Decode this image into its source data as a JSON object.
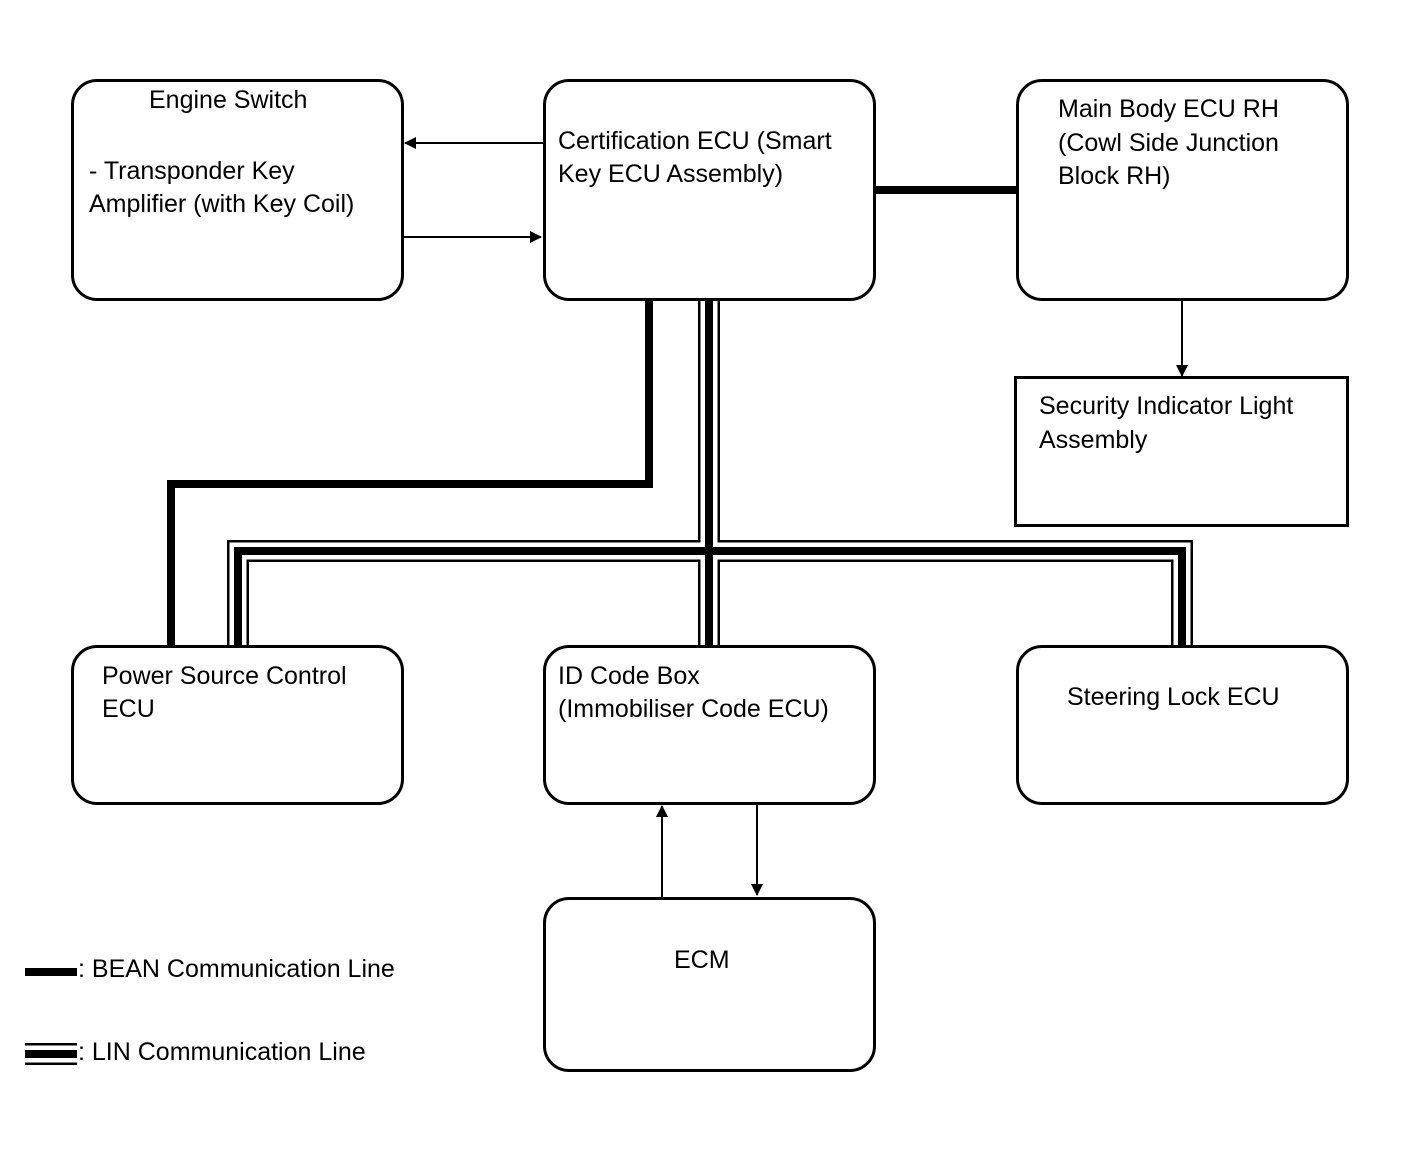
{
  "boxes": {
    "engine_switch": {
      "title": "Engine Switch",
      "detail_line1": "- Transponder Key",
      "detail_line2": "Amplifier (with Key Coil)"
    },
    "certification_ecu": {
      "line1": "Certification ECU (Smart",
      "line2": "Key ECU Assembly)"
    },
    "main_body_ecu": {
      "line1": "Main Body ECU RH",
      "line2": "(Cowl Side Junction",
      "line3": "Block RH)"
    },
    "security_indicator": {
      "line1": "Security Indicator Light",
      "line2": "Assembly"
    },
    "power_source_ecu": {
      "line1": "Power Source Control",
      "line2": "ECU"
    },
    "id_code_box": {
      "line1": "ID Code Box",
      "line2": "(Immobiliser Code ECU)"
    },
    "steering_lock_ecu": {
      "line1": "Steering Lock ECU"
    },
    "ecm": {
      "line1": "ECM"
    }
  },
  "legend": {
    "bean": ": BEAN Communication Line",
    "lin": ": LIN Communication Line"
  }
}
